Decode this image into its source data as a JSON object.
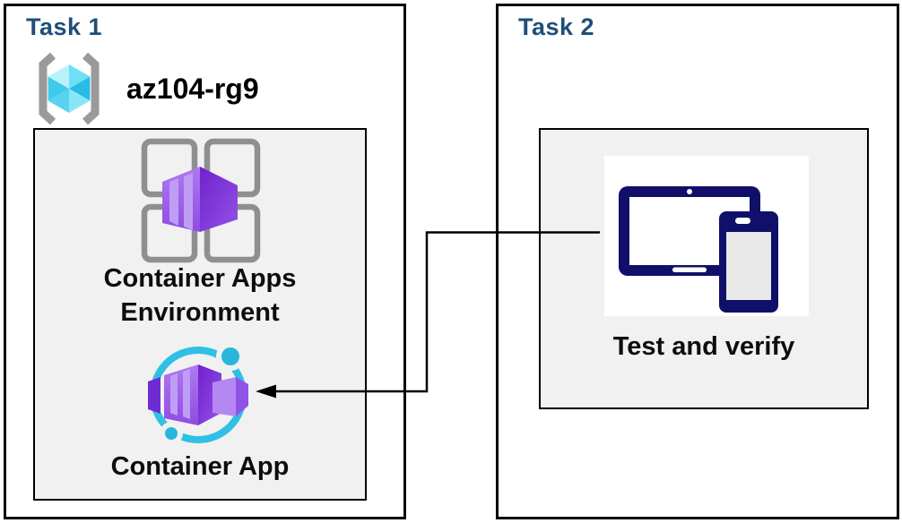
{
  "task1": {
    "title": "Task 1",
    "resource_group": {
      "name": "az104-rg9",
      "icon": "azure-resource-group-icon"
    },
    "environment": {
      "label": "Container Apps Environment",
      "icon": "container-apps-environment-icon"
    },
    "app": {
      "label": "Container App",
      "icon": "container-app-icon"
    }
  },
  "task2": {
    "title": "Task 2",
    "test": {
      "label": "Test and verify",
      "icon": "tablet-and-phone-icon"
    }
  },
  "connector": {
    "type": "elbow-arrow",
    "from": "task2-test-icon",
    "to": "task1-container-app-icon",
    "direction": "right-to-left"
  },
  "colors": {
    "heading_blue": "#1f4e79",
    "label_black": "#0d0d0d",
    "border_black": "#000000",
    "inner_panel_gray": "#f1f1f1",
    "icon_purple_light": "#aa74ee",
    "icon_purple_dark": "#6d1ec6",
    "icon_stripe_purple": "#c09df5",
    "icon_cyan": "#2fc0e6",
    "cube_cyan_light": "#b9f1fb",
    "cube_cyan_dark": "#29bce3",
    "device_navy": "#10106a",
    "bracket_gray": "#9a9a9a",
    "device_screen_gray": "#e8e8e8"
  }
}
